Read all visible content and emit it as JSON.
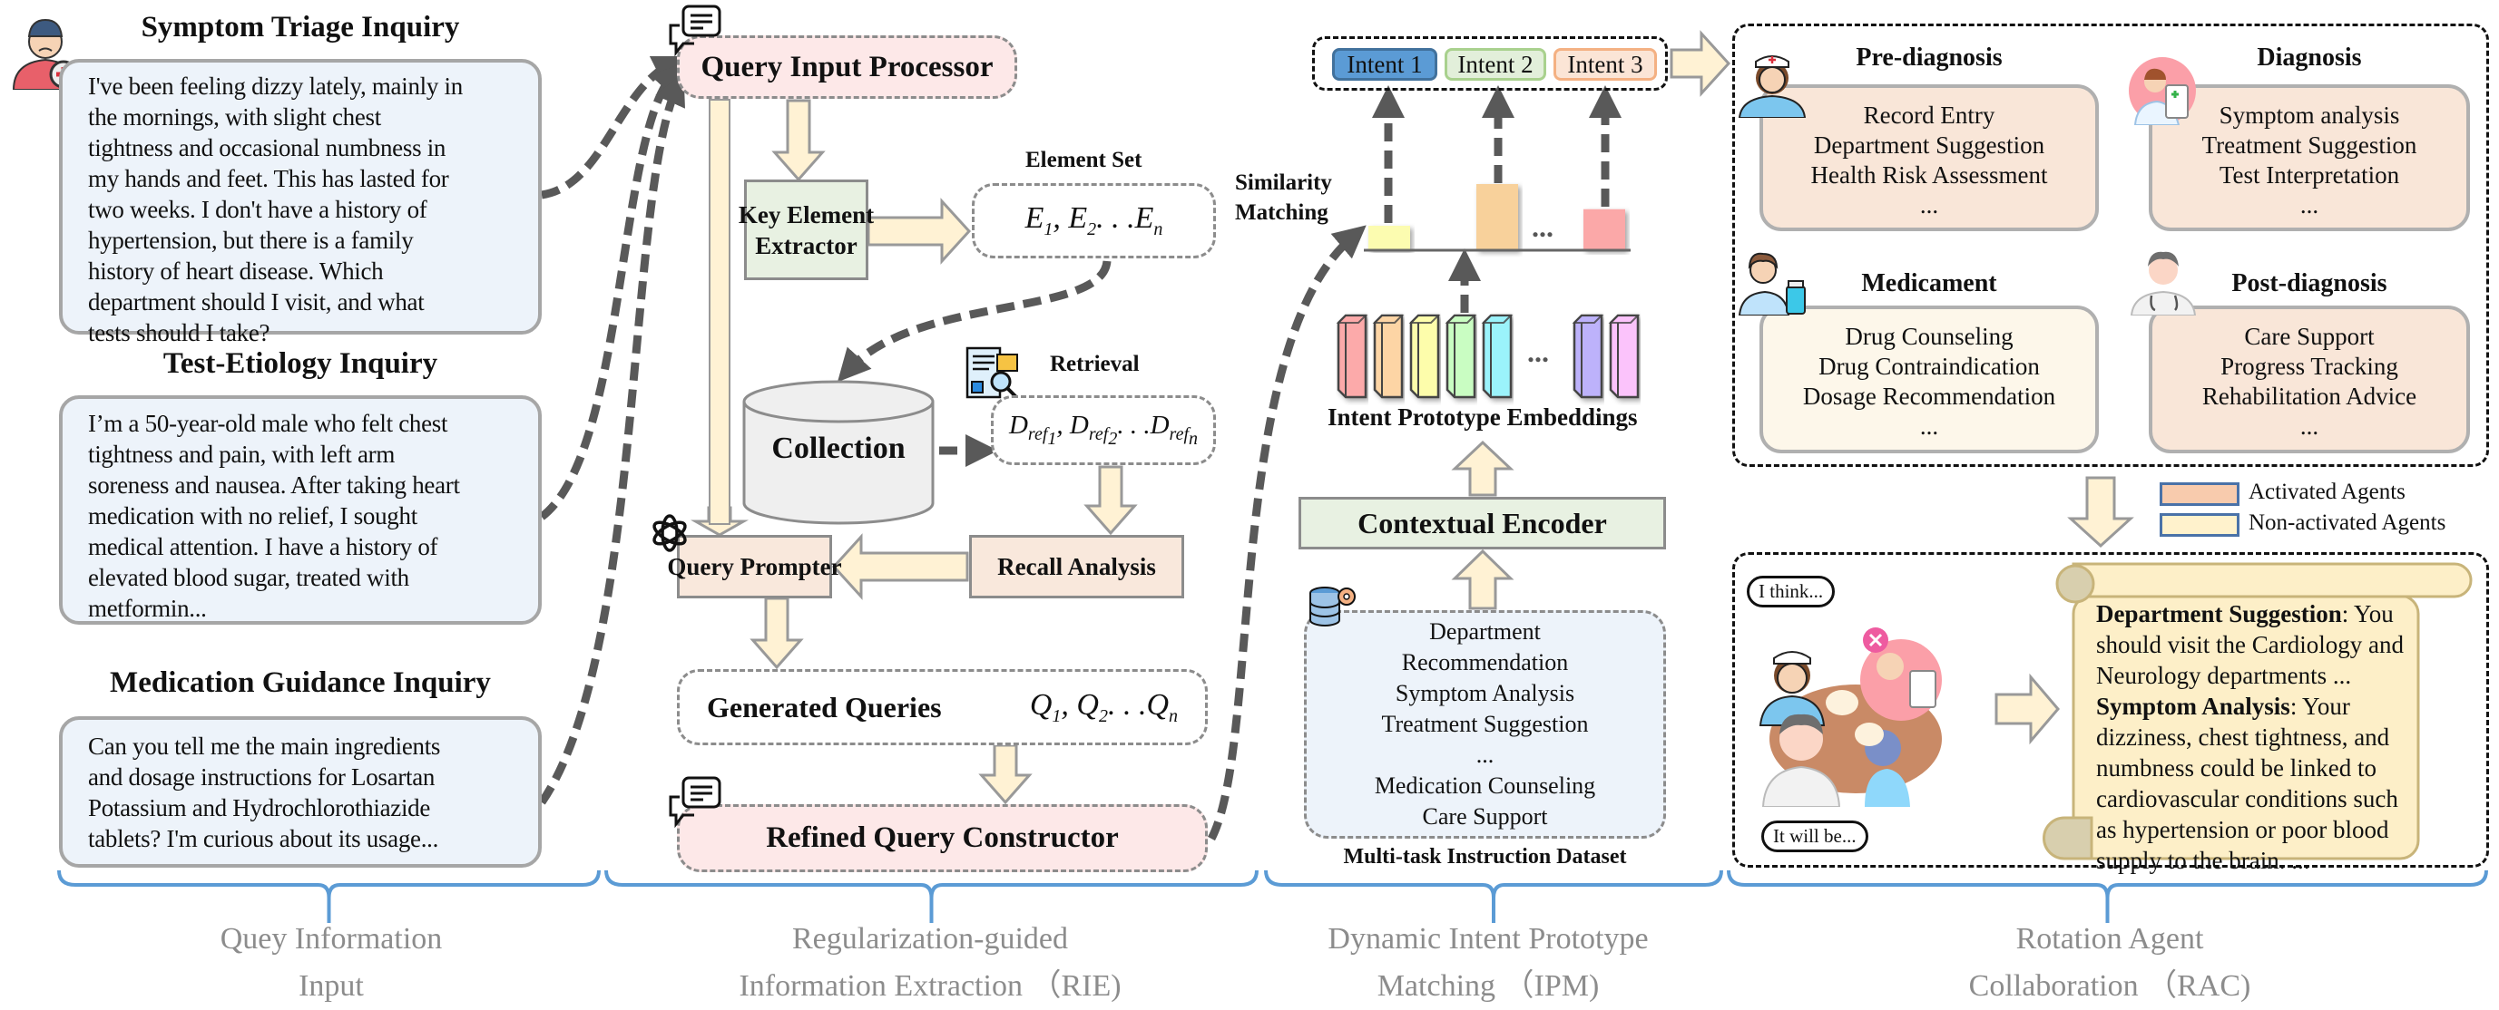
{
  "input": {
    "inquiries": [
      {
        "title": "Symptom Triage Inquiry",
        "lines": [
          "I've been feeling dizzy lately, mainly in",
          "the mornings, with slight chest",
          "tightness and occasional numbness in",
          "my hands and feet. This has lasted for",
          "two weeks. I don't have a history of",
          "hypertension, but there is a family",
          "history of heart disease. Which",
          "department should I visit, and what",
          "tests should I take?"
        ]
      },
      {
        "title": "Test-Etiology Inquiry",
        "lines": [
          "I’m a 50-year-old male who felt chest",
          "tightness and pain, with left arm",
          "soreness and nausea. After taking heart",
          "medication with no relief, I sought",
          "medical attention. I have a history of",
          "elevated blood sugar, treated with",
          "metformin..."
        ]
      },
      {
        "title": "Medication Guidance Inquiry",
        "lines": [
          "Can you tell me the main ingredients",
          "and dosage instructions for Losartan",
          "Potassium and Hydrochlorothiazide",
          "tablets? I'm curious about its usage..."
        ]
      }
    ],
    "section_label": [
      "Quey Information",
      "Input"
    ]
  },
  "rie": {
    "query_input_processor": "Query Input Processor",
    "key_element_extractor": [
      "Key Element",
      "Extractor"
    ],
    "element_set_label": "Element Set",
    "element_set": {
      "symbol": "E",
      "indices": [
        "1",
        "2",
        "n"
      ],
      "sep": ", ",
      "ellipsis": ". . ."
    },
    "collection": "Collection",
    "retrieval_label": "Retrieval",
    "retrieval_set": {
      "symbol": "D",
      "sub": "ref",
      "indices": [
        "1",
        "2",
        "n"
      ],
      "sep": ", ",
      "ellipsis": ". . ."
    },
    "recall_analysis": "Recall Analysis",
    "query_prompter": "Query Prompter",
    "generated_queries_label": "Generated Queries",
    "generated_queries": {
      "symbol": "Q",
      "indices": [
        "1",
        "2",
        "n"
      ],
      "sep": ", ",
      "ellipsis": ". . ."
    },
    "refined_query_constructor": "Refined Query Constructor",
    "section_label": [
      "Regularization-guided",
      "Information Extraction （RIE)"
    ]
  },
  "ipm": {
    "intents": [
      {
        "label": "Intent 1",
        "fill": "#5b9bd5",
        "border": "#41719c"
      },
      {
        "label": "Intent 2",
        "fill": "#e2efda",
        "border": "#a9d18e"
      },
      {
        "label": "Intent 3",
        "fill": "#fbe5d6",
        "border": "#f4b183"
      }
    ],
    "similarity_matching": [
      "Similarity",
      "Matching"
    ],
    "similarity_bars": [
      {
        "level": 0.37,
        "color": "#fcfcb0"
      },
      {
        "level": 1.0,
        "color": "#f8d19b"
      },
      {
        "level": 0.62,
        "color": "#fba8a8"
      }
    ],
    "ellipsis": "...",
    "embedding_colors": [
      "#fcaaaa",
      "#fdd5a5",
      "#fdfdab",
      "#c9fdc2",
      "#9bf3fb",
      "#bdb2fb",
      "#fbc3fb"
    ],
    "intent_prototype_embeddings": "Intent Prototype Embeddings",
    "contextual_encoder": "Contextual Encoder",
    "dataset_items": [
      "Department",
      "Recommendation",
      "Symptom Analysis",
      "Treatment Suggestion",
      "...",
      "Medication Counseling",
      "Care Support"
    ],
    "dataset_label": "Multi-task Instruction Dataset",
    "section_label": [
      "Dynamic Intent Prototype",
      "Matching （IPM)"
    ]
  },
  "rac": {
    "agents": [
      {
        "title": "Pre-diagnosis",
        "items": [
          "Record Entry",
          "Department Suggestion",
          "Health Risk Assessment",
          "..."
        ],
        "activated": true
      },
      {
        "title": "Diagnosis",
        "items": [
          "Symptom analysis",
          "Treatment Suggestion",
          "Test Interpretation",
          "..."
        ],
        "activated": true
      },
      {
        "title": "Medicament",
        "items": [
          "Drug Counseling",
          "Drug Contraindication",
          "Dosage Recommendation",
          "..."
        ],
        "activated": false
      },
      {
        "title": "Post-diagnosis",
        "items": [
          "Care Support",
          "Progress Tracking",
          "Rehabilitation Advice",
          "..."
        ],
        "activated": true
      }
    ],
    "legend": {
      "activated": "Activated Agents",
      "non_activated": "Non-activated Agents",
      "activated_color": "#f8cbad",
      "non_activated_color": "#fff2cc"
    },
    "bubble_1": "I think...",
    "bubble_2": "It will be...",
    "output": [
      {
        "bold": "Department Suggestion",
        "text": ": You"
      },
      {
        "bold": "",
        "text": "should visit the Cardiology and"
      },
      {
        "bold": "",
        "text": "Neurology departments ..."
      },
      {
        "bold": "Symptom Analysis",
        "text": ": Your"
      },
      {
        "bold": "",
        "text": "dizziness, chest tightness, and"
      },
      {
        "bold": "",
        "text": "numbness could be linked to"
      },
      {
        "bold": "",
        "text": "cardiovascular conditions such"
      },
      {
        "bold": "",
        "text": "as hypertension or poor blood"
      },
      {
        "bold": "",
        "text": "supply to the brain. ..."
      }
    ],
    "section_label": [
      "Rotation Agent",
      "Collaboration （RAC)"
    ]
  },
  "colors": {
    "brace": "#5b9bd5",
    "block_arrow_fill": "#fff2d4",
    "dashed_arrow": "#595959",
    "section_label": "#8c8c8c"
  }
}
